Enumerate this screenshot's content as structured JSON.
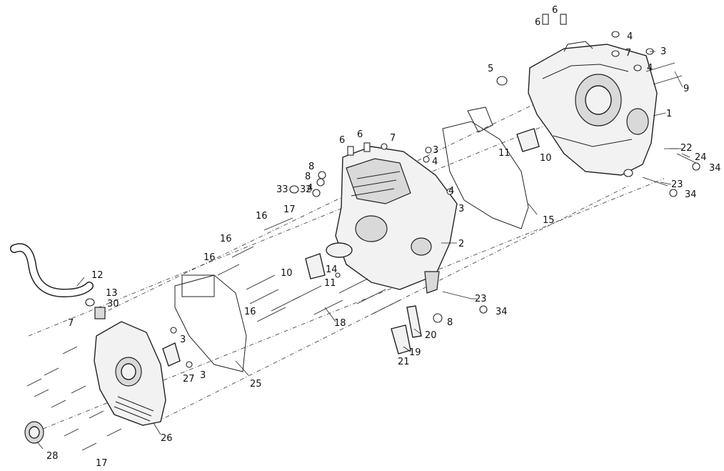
{
  "callouts": [
    {
      "id": "c1",
      "text": "1"
    },
    {
      "id": "c2",
      "text": "2"
    },
    {
      "id": "c3a",
      "text": "3"
    },
    {
      "id": "c3b",
      "text": "3"
    },
    {
      "id": "c3c",
      "text": "3"
    },
    {
      "id": "c3d",
      "text": "3"
    },
    {
      "id": "c3e",
      "text": "3"
    },
    {
      "id": "c4a",
      "text": "4"
    },
    {
      "id": "c4b",
      "text": "4"
    },
    {
      "id": "c4c",
      "text": "4"
    },
    {
      "id": "c4d",
      "text": "4"
    },
    {
      "id": "c4e",
      "text": "4"
    },
    {
      "id": "c5",
      "text": "5"
    },
    {
      "id": "c6a",
      "text": "6"
    },
    {
      "id": "c6b",
      "text": "6"
    },
    {
      "id": "c6c",
      "text": "6"
    },
    {
      "id": "c6d",
      "text": "6"
    },
    {
      "id": "c7a",
      "text": "7"
    },
    {
      "id": "c7b",
      "text": "7"
    },
    {
      "id": "c7c",
      "text": "7"
    },
    {
      "id": "c8a",
      "text": "8"
    },
    {
      "id": "c8b",
      "text": "8"
    },
    {
      "id": "c8c",
      "text": "8"
    },
    {
      "id": "c9",
      "text": "9"
    },
    {
      "id": "c10a",
      "text": "10"
    },
    {
      "id": "c10b",
      "text": "10"
    },
    {
      "id": "c11a",
      "text": "11"
    },
    {
      "id": "c11b",
      "text": "11"
    },
    {
      "id": "c12",
      "text": "12"
    },
    {
      "id": "c13",
      "text": "13"
    },
    {
      "id": "c14",
      "text": "14"
    },
    {
      "id": "c15",
      "text": "15"
    },
    {
      "id": "c16a",
      "text": "16"
    },
    {
      "id": "c16b",
      "text": "16"
    },
    {
      "id": "c16c",
      "text": "16"
    },
    {
      "id": "c16d",
      "text": "16"
    },
    {
      "id": "c17a",
      "text": "17"
    },
    {
      "id": "c17b",
      "text": "17"
    },
    {
      "id": "c18",
      "text": "18"
    },
    {
      "id": "c19",
      "text": "19"
    },
    {
      "id": "c20",
      "text": "20"
    },
    {
      "id": "c21",
      "text": "21"
    },
    {
      "id": "c22",
      "text": "22"
    },
    {
      "id": "c23a",
      "text": "23"
    },
    {
      "id": "c23b",
      "text": "23"
    },
    {
      "id": "c24",
      "text": "24"
    },
    {
      "id": "c25",
      "text": "25"
    },
    {
      "id": "c26",
      "text": "26"
    },
    {
      "id": "c27",
      "text": "27"
    },
    {
      "id": "c28",
      "text": "28"
    },
    {
      "id": "c30",
      "text": "30"
    },
    {
      "id": "c32",
      "text": "32"
    },
    {
      "id": "c33",
      "text": "33"
    },
    {
      "id": "c34a",
      "text": "34"
    },
    {
      "id": "c34b",
      "text": "34"
    },
    {
      "id": "c34c",
      "text": "34"
    }
  ]
}
